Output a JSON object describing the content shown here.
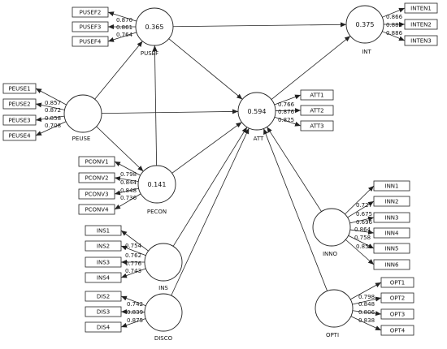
{
  "colors": {
    "stroke": "#222222",
    "fill": "#ffffff",
    "text": "#111111"
  },
  "constructs": {
    "PUSEF": {
      "name": "PUSEF",
      "r2": "0.365"
    },
    "INT": {
      "name": "INT",
      "r2": "0.375"
    },
    "PEUSE": {
      "name": "PEUSE",
      "r2": ""
    },
    "ATT": {
      "name": "ATT",
      "r2": "0.594"
    },
    "PECON": {
      "name": "PECON",
      "r2": "0.141"
    },
    "INNO": {
      "name": "INNO",
      "r2": ""
    },
    "INS": {
      "name": "INS",
      "r2": ""
    },
    "DISCO": {
      "name": "DISCO",
      "r2": ""
    },
    "OPTI": {
      "name": "OPTI",
      "r2": ""
    }
  },
  "indicators": {
    "PUSEF": [
      {
        "name": "PUSEF2",
        "loading": "0.870"
      },
      {
        "name": "PUSEF3",
        "loading": "0.861"
      },
      {
        "name": "PUSEF4",
        "loading": "0.764"
      }
    ],
    "INT": [
      {
        "name": "INTEN1",
        "loading": "0.866"
      },
      {
        "name": "INTEN2",
        "loading": "0.882"
      },
      {
        "name": "INTEN3",
        "loading": "0.886"
      }
    ],
    "PEUSE": [
      {
        "name": "PEUSE1",
        "loading": "0.857"
      },
      {
        "name": "PEUSE2",
        "loading": "0.872"
      },
      {
        "name": "PEUSE3",
        "loading": "0.858"
      },
      {
        "name": "PEUSE4",
        "loading": "0.708"
      }
    ],
    "ATT": [
      {
        "name": "ATT1",
        "loading": "0.766"
      },
      {
        "name": "ATT2",
        "loading": "0.876"
      },
      {
        "name": "ATT3",
        "loading": "0.825"
      }
    ],
    "PECON": [
      {
        "name": "PCONV1",
        "loading": "0.798"
      },
      {
        "name": "PCONV2",
        "loading": "0.844"
      },
      {
        "name": "PCONV3",
        "loading": "0.848"
      },
      {
        "name": "PCONV4",
        "loading": "0.736"
      }
    ],
    "INNO": [
      {
        "name": "INN1",
        "loading": "0.727"
      },
      {
        "name": "INN2",
        "loading": "0.675"
      },
      {
        "name": "INN3",
        "loading": "0.696"
      },
      {
        "name": "INN4",
        "loading": "0.864"
      },
      {
        "name": "INN5",
        "loading": "0.758"
      },
      {
        "name": "INN6",
        "loading": "0.851"
      }
    ],
    "INS": [
      {
        "name": "INS1",
        "loading": "0.754"
      },
      {
        "name": "INS2",
        "loading": "0.762"
      },
      {
        "name": "INS3",
        "loading": "0.776"
      },
      {
        "name": "INS4",
        "loading": "0.743"
      }
    ],
    "DISCO": [
      {
        "name": "DIS2",
        "loading": "0.742"
      },
      {
        "name": "DIS3",
        "loading": "0.839"
      },
      {
        "name": "DIS4",
        "loading": "0.875"
      }
    ],
    "OPTI": [
      {
        "name": "OPT1",
        "loading": "0.798"
      },
      {
        "name": "OPT2",
        "loading": "0.848"
      },
      {
        "name": "OPT3",
        "loading": "0.806"
      },
      {
        "name": "OPT4",
        "loading": "0.838"
      }
    ]
  },
  "paths": [
    {
      "from": "PUSEF",
      "to": "INT"
    },
    {
      "from": "PUSEF",
      "to": "ATT"
    },
    {
      "from": "PEUSE",
      "to": "PUSEF"
    },
    {
      "from": "PEUSE",
      "to": "ATT"
    },
    {
      "from": "PEUSE",
      "to": "PECON"
    },
    {
      "from": "PECON",
      "to": "PUSEF"
    },
    {
      "from": "PECON",
      "to": "ATT"
    },
    {
      "from": "ATT",
      "to": "INT"
    },
    {
      "from": "INNO",
      "to": "ATT"
    },
    {
      "from": "INS",
      "to": "ATT"
    },
    {
      "from": "DISCO",
      "to": "ATT"
    },
    {
      "from": "OPTI",
      "to": "ATT"
    }
  ]
}
